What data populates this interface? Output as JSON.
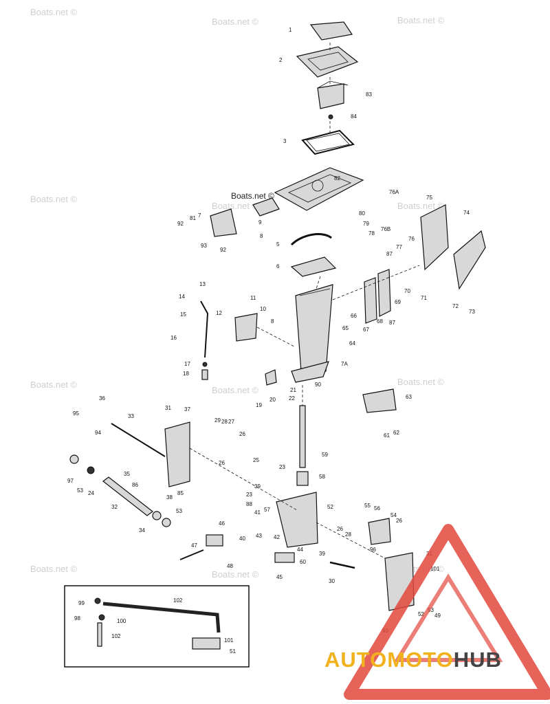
{
  "watermarks": [
    "Boats.net ©",
    "Boats.net ©",
    "Boats.net ©",
    "Boats.net ©",
    "Boats.net ©",
    "Boats.net ©",
    "Boats.net ©",
    "Boats.net ©",
    "Boats.net ©",
    "Boats.net ©",
    "Boats.net ©",
    "Boats.net ©",
    "Boats.net ©"
  ],
  "logo": {
    "text_a": "AUTOMOTO",
    "text_b": "HUB",
    "color_a": "#f2b21e",
    "color_b": "#444444",
    "triangle_color": "#e2483d"
  },
  "part_labels": [
    "1",
    "2",
    "83",
    "84",
    "3",
    "82",
    "8",
    "81",
    "7",
    "9",
    "92",
    "93",
    "92",
    "80",
    "79",
    "78",
    "76A",
    "75",
    "74",
    "76B",
    "77",
    "76",
    "5",
    "6",
    "87",
    "68",
    "70",
    "71",
    "72",
    "73",
    "67",
    "87",
    "69",
    "13",
    "14",
    "15",
    "16",
    "12",
    "11",
    "10",
    "8",
    "66",
    "65",
    "64",
    "7A",
    "17",
    "18",
    "20",
    "19",
    "21",
    "22",
    "90",
    "63",
    "61",
    "62",
    "36",
    "95",
    "94",
    "33",
    "31",
    "37",
    "29",
    "28",
    "27",
    "26",
    "26",
    "25",
    "59",
    "97",
    "53",
    "24",
    "35",
    "86",
    "38",
    "85",
    "32",
    "39",
    "58",
    "23",
    "23",
    "88",
    "41",
    "57",
    "52",
    "53",
    "34",
    "46",
    "40",
    "43",
    "42",
    "47",
    "48",
    "44",
    "60",
    "45",
    "39",
    "26",
    "55",
    "56",
    "28",
    "54",
    "26",
    "96",
    "30",
    "31",
    "101",
    "99",
    "102",
    "98",
    "100",
    "102",
    "101",
    "51",
    "52",
    "53",
    "49",
    "50"
  ]
}
